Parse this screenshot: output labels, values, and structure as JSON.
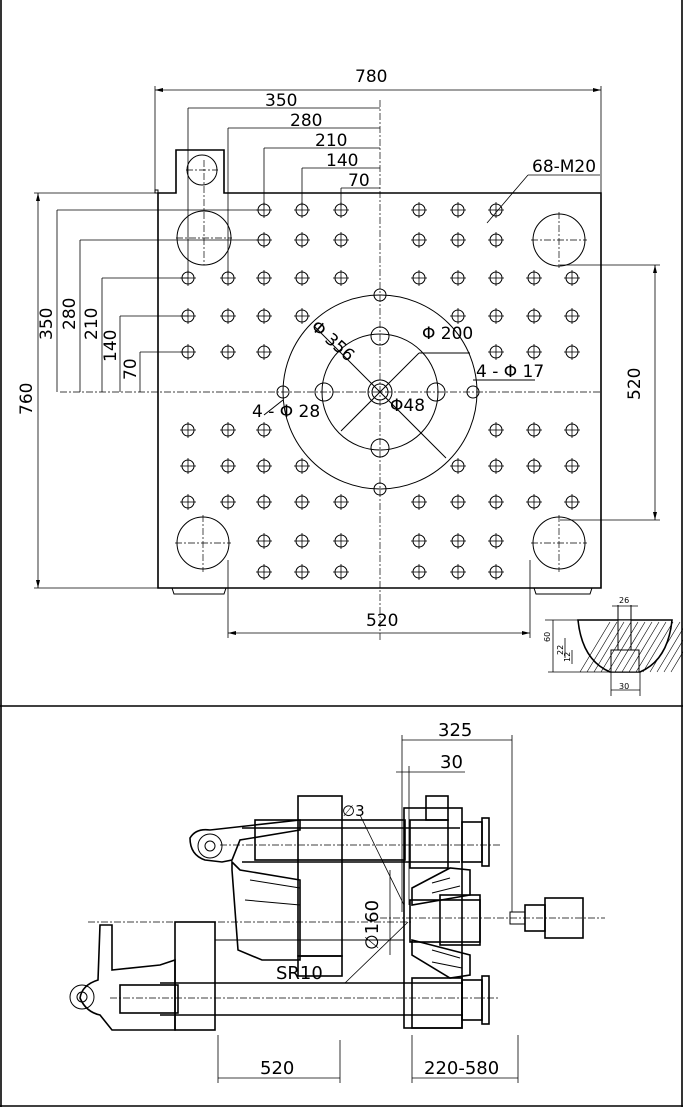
{
  "platen": {
    "overall_width": "780",
    "overall_height": "760",
    "tie_bar_spacing_h": "520",
    "tie_bar_spacing_v": "520",
    "hole_offsets_h": [
      "350",
      "280",
      "210",
      "140",
      "70"
    ],
    "hole_offsets_v": [
      "350",
      "280",
      "210",
      "140",
      "70"
    ],
    "thread_spec": "68-M20",
    "ring_dia": "Φ 356",
    "inner_dia": "Φ 200",
    "center_hole": "Φ48",
    "small_holes": "4 - Φ 17",
    "mid_holes": "4 - Φ 28"
  },
  "tslot": {
    "top_width": "26",
    "depth": "60",
    "neck": "22",
    "neck_small": "12",
    "bottom_width": "30"
  },
  "side_view": {
    "max_daylight": "325",
    "offset": "30",
    "nozzle_hole": "∅3",
    "locating_ring": "∅160",
    "nozzle_radius": "SR10",
    "stroke": "520",
    "mould_height": "220-580"
  }
}
